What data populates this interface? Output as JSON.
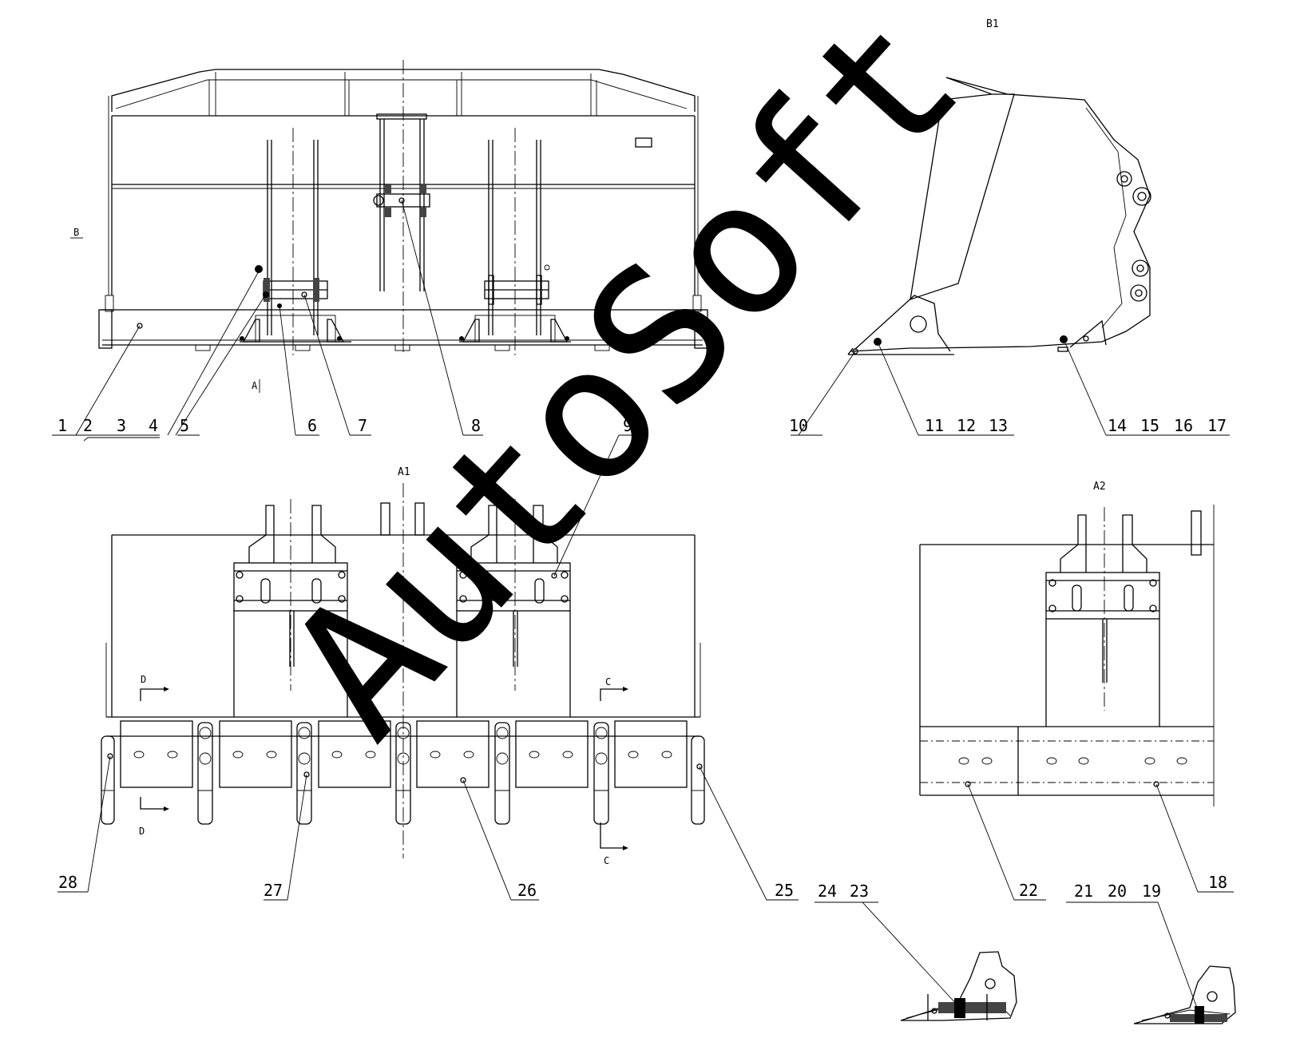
{
  "views": {
    "top_view": "",
    "side_view": "B1",
    "plan_view": "A1",
    "partial_view": "A2"
  },
  "section_marks": {
    "a_top": "A",
    "b_left": "B",
    "d_top": "D",
    "d_bottom": "D",
    "c_top": "C",
    "c_bottom": "C"
  },
  "callouts": {
    "c1": "1",
    "c2": "2",
    "c3": "3",
    "c4": "4",
    "c5": "5",
    "c6": "6",
    "c7": "7",
    "c8": "8",
    "c9": "9",
    "c10": "10",
    "c11": "11",
    "c12": "12",
    "c13": "13",
    "c14": "14",
    "c15": "15",
    "c16": "16",
    "c17": "17",
    "c18": "18",
    "c19": "19",
    "c20": "20",
    "c21": "21",
    "c22": "22",
    "c23": "23",
    "c24": "24",
    "c25": "25",
    "c26": "26",
    "c27": "27",
    "c28": "28"
  },
  "watermark": "AutoSoft"
}
